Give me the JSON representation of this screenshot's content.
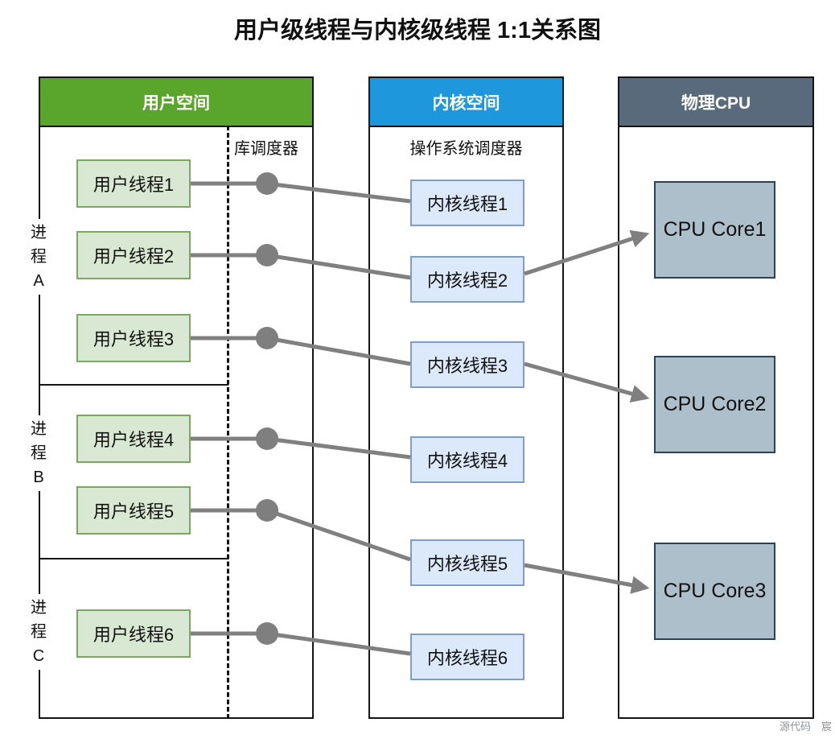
{
  "title": "用户级线程与内核级线程 1:1关系图",
  "user_space": {
    "header": "用户空间",
    "header_color": "#5aa62c",
    "scheduler_label": "库调度器",
    "processes": [
      {
        "label": "进程A"
      },
      {
        "label": "进程B"
      },
      {
        "label": "进程C"
      }
    ],
    "threads": [
      {
        "label": "用户线程1"
      },
      {
        "label": "用户线程2"
      },
      {
        "label": "用户线程3"
      },
      {
        "label": "用户线程4"
      },
      {
        "label": "用户线程5"
      },
      {
        "label": "用户线程6"
      }
    ]
  },
  "kernel_space": {
    "header": "内核空间",
    "header_color": "#1e97dd",
    "scheduler_label": "操作系统调度器",
    "threads": [
      {
        "label": "内核线程1"
      },
      {
        "label": "内核线程2"
      },
      {
        "label": "内核线程3"
      },
      {
        "label": "内核线程4"
      },
      {
        "label": "内核线程5"
      },
      {
        "label": "内核线程6"
      }
    ]
  },
  "physical_cpu": {
    "header": "物理CPU",
    "header_color": "#596a7d",
    "cores": [
      {
        "label": "CPU Core1"
      },
      {
        "label": "CPU Core2"
      },
      {
        "label": "CPU Core3"
      }
    ]
  },
  "connections": {
    "user_to_kernel": [
      [
        1,
        1
      ],
      [
        2,
        2
      ],
      [
        3,
        3
      ],
      [
        4,
        4
      ],
      [
        5,
        5
      ],
      [
        6,
        6
      ]
    ],
    "kernel_to_cpu": [
      [
        2,
        1
      ],
      [
        3,
        2
      ],
      [
        5,
        3
      ]
    ]
  },
  "process_grouping": {
    "进程A": [
      "用户线程1",
      "用户线程2",
      "用户线程3"
    ],
    "进程B": [
      "用户线程4",
      "用户线程5"
    ],
    "进程C": [
      "用户线程6"
    ]
  },
  "colors": {
    "connector": "#808080",
    "user_thread_fill": "#d9e8d2",
    "user_thread_border": "#79a85e",
    "kernel_thread_fill": "#dbe9fb",
    "kernel_thread_border": "#7e9dc8",
    "cpu_fill": "#aebfcc",
    "cpu_border": "#2b4255"
  },
  "watermark": "源代码　宸"
}
